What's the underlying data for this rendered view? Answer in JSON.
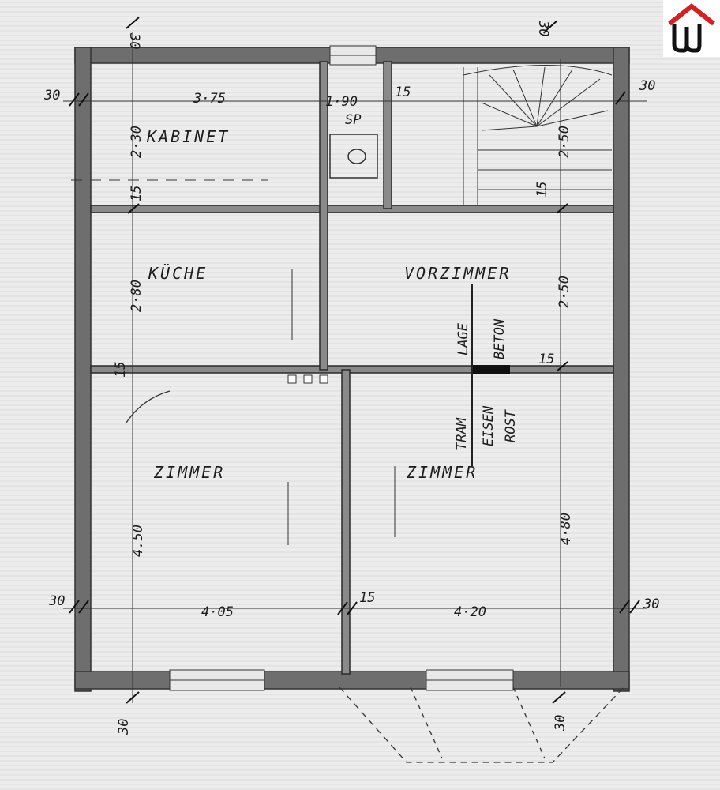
{
  "plan": {
    "rooms": {
      "kabinet": "KABINET",
      "kueche": "KÜCHE",
      "vorzimmer": "VORZIMMER",
      "zimmer_left": "ZIMMER",
      "zimmer_right": "ZIMMER",
      "wc": "SP"
    },
    "beam_note": {
      "line1": "TRAM",
      "line2": "LAGE",
      "line3": "BETON",
      "line4": "EISEN",
      "line5": "ROST"
    },
    "dims": {
      "kabinet_width": "3·75",
      "wc_width": "1·90",
      "kabinet_height": "2·30",
      "stair_height": "2·50",
      "kueche_height": "2·80",
      "vorzimmer_height": "2·50",
      "zimmer_left_height": "4.50",
      "zimmer_right_height": "4·80",
      "zimmer_left_width": "4·05",
      "zimmer_right_width": "4·20",
      "wall_30_top_left": "30",
      "wall_30_top_right": "30",
      "wall_30_right_top": "30",
      "wall_30_left_top": "30",
      "wall_30_left_bottom": "30",
      "wall_30_right_bottom": "30",
      "wall_30_bottom_left": "30",
      "wall_30_bottom_right": "30",
      "wall_15_wc": "15",
      "wall_15_kabinet": "15",
      "wall_15_stair": "15",
      "wall_15_kueche": "15",
      "wall_15_vorzimmer": "15",
      "wall_15_zimmer": "15"
    }
  },
  "colors": {
    "wall": "#6e6e6e",
    "line": "#2a2a2a",
    "logo_red": "#d32020",
    "logo_black": "#111111"
  },
  "icons": {
    "logo": "house-w-logo"
  }
}
